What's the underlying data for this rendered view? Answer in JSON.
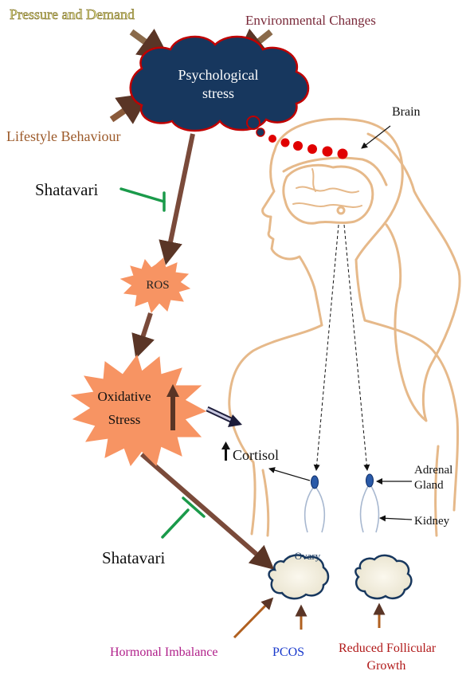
{
  "inputs": {
    "pressure": "Pressure and Demand",
    "environment": "Environmental Changes",
    "lifestyle": "Lifestyle Behaviour"
  },
  "cloud": {
    "line1": "Psychological",
    "line2": "stress"
  },
  "anatomy": {
    "brain": "Brain",
    "adrenal_line1": "Adrenal",
    "adrenal_line2": "Gland",
    "kidney": "Kidney",
    "ovary": "Ovary"
  },
  "inhibitor": {
    "top": "Shatavari",
    "bottom": "Shatavari"
  },
  "ros": "ROS",
  "oxidative": {
    "line1": "Oxidative",
    "line2": "Stress"
  },
  "cortisol": "Cortisol",
  "outcomes": {
    "hormonal": "Hormonal Imbalance",
    "pcos": "PCOS",
    "follicular_line1": "Reduced Follicular",
    "follicular_line2": "Growth"
  },
  "colors": {
    "cloud_fill": "#17375e",
    "cloud_border": "#c00000",
    "body_outline": "#e6b98a",
    "stress_arrow": "#7a4a3a",
    "inhibitor": "#1a9a4a",
    "burst": "#f79463",
    "pressure_text": "#e8e89a",
    "environment_text": "#7a2a3a",
    "lifestyle_text": "#9c5a2a",
    "hormonal_text": "#b0208a",
    "pcos_text": "#1a3acc",
    "follicular_text": "#b01818"
  }
}
